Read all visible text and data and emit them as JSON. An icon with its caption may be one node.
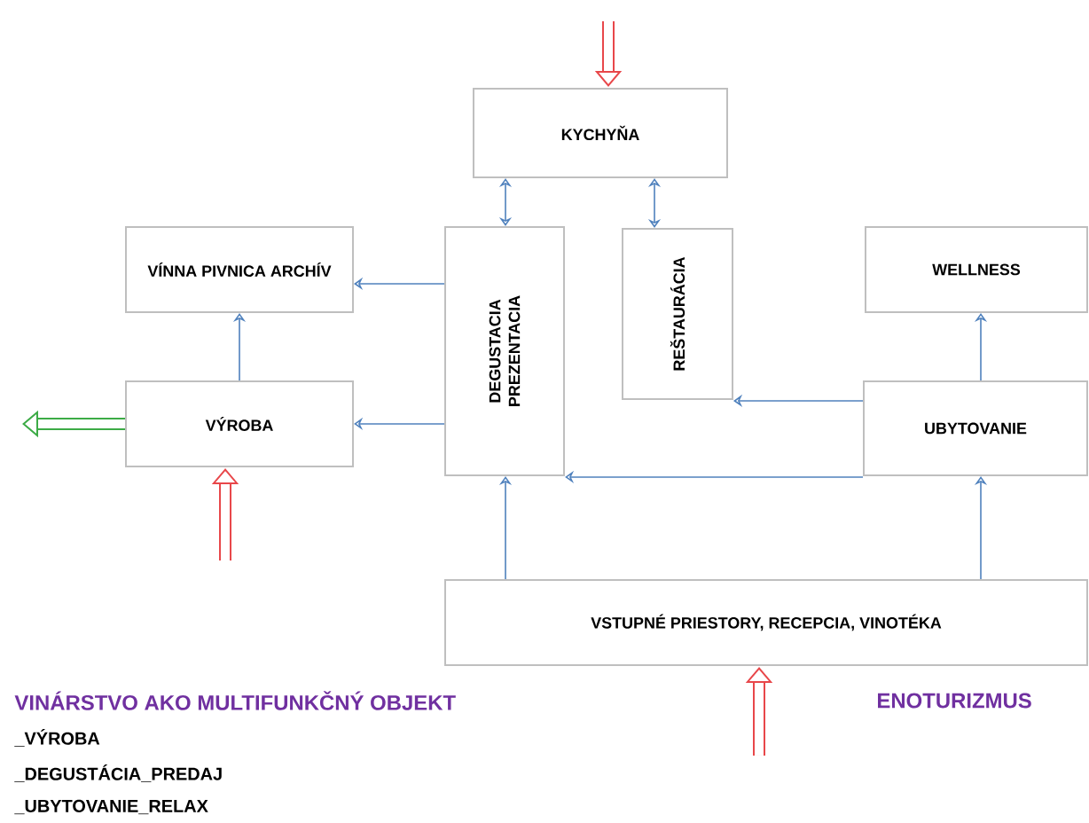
{
  "diagram": {
    "nodes": [
      {
        "text": [
          "KYCHYŇA"
        ]
      },
      {
        "text": [
          "VÍNNA PIVNICA ARCHÍV"
        ]
      },
      {
        "text": [
          "DEGUSTACIA PREZENTACIA"
        ]
      },
      {
        "text": [
          "REŠTAURÁCIA"
        ]
      },
      {
        "text": [
          "WELLNESS"
        ]
      },
      {
        "text": [
          "VÝROBA"
        ]
      },
      {
        "text": [
          "UBYTOVANIE"
        ]
      },
      {
        "text": [
          "VSTUPNÉ PRIESTORY, RECEPCIA, VINOTÉKA"
        ]
      }
    ],
    "edges": [
      {
        "from": null,
        "to": 0,
        "arrow": "to",
        "style": "thick",
        "color": "#e8474a"
      },
      {
        "from": 0,
        "to": 2,
        "arrow": "both"
      },
      {
        "from": 0,
        "to": 3,
        "arrow": "both"
      },
      {
        "from": 2,
        "to": 1,
        "arrow": "to"
      },
      {
        "from": 5,
        "to": 1,
        "arrow": "to"
      },
      {
        "from": 2,
        "to": 5,
        "arrow": "to"
      },
      {
        "from": 6,
        "to": 4,
        "arrow": "to"
      },
      {
        "from": 6,
        "to": 3,
        "arrow": "to"
      },
      {
        "from": 5,
        "to": null,
        "arrow": "to",
        "style": "thick",
        "color": "#3cab46"
      },
      {
        "from": null,
        "to": 5,
        "arrow": "to",
        "style": "thick",
        "color": "#e8474a"
      },
      {
        "from": 6,
        "to": 2,
        "arrow": "to"
      },
      {
        "from": 7,
        "to": 2,
        "arrow": "to"
      },
      {
        "from": 7,
        "to": 6,
        "arrow": "to"
      },
      {
        "from": null,
        "to": 7,
        "arrow": "to",
        "style": "thick",
        "color": "#e8474a"
      }
    ],
    "labels": [
      "VINÁRSTVO AKO MULTIFUNKČNÝ OBJEKT",
      "_VÝROBA",
      "_DEGUSTÁCIA_PREDAJ",
      "_UBYTOVANIE_RELAX",
      "ENOTURIZMUS"
    ]
  }
}
